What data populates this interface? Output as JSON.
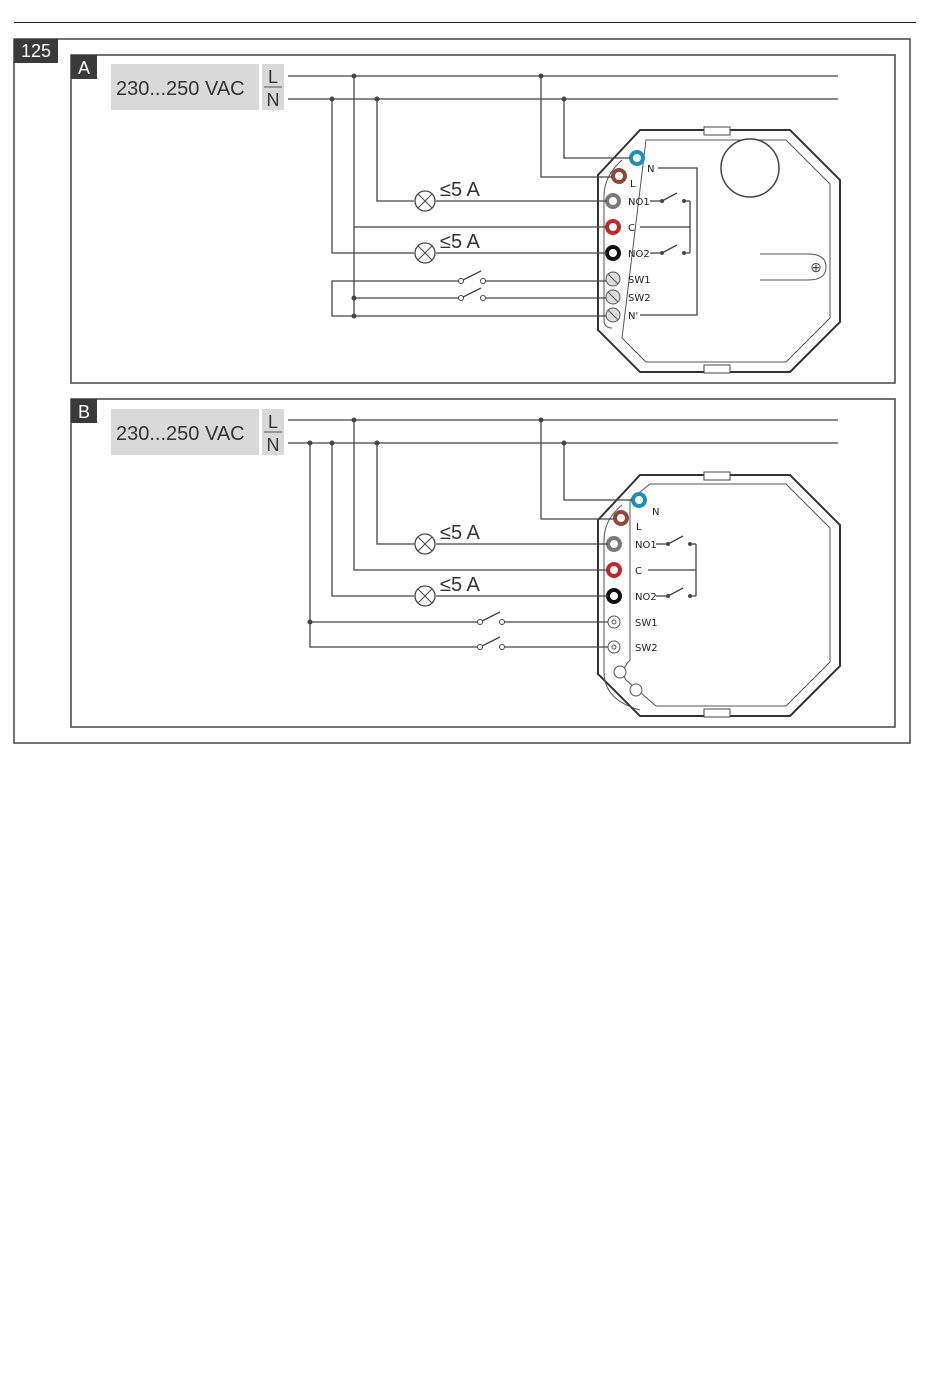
{
  "figure_number": "125",
  "colors": {
    "terminal_N": "#1f8fb8",
    "terminal_L": "#8b4a3a",
    "terminal_NO1": "#7a7a7a",
    "terminal_C": "#c0272d",
    "terminal_NO2": "#111111",
    "supply_box": "#d9d9d9",
    "tag_bg": "#3a3a3a"
  },
  "panels": [
    {
      "tag": "A",
      "supply_label": "230...250 VAC",
      "line_label": "L",
      "neutral_label": "N",
      "loads": [
        {
          "icon": "lamp-icon",
          "rating": "≤5 A"
        },
        {
          "icon": "lamp-icon",
          "rating": "≤5 A"
        }
      ],
      "terminals": [
        "N",
        "L",
        "NO1",
        "C",
        "NO2",
        "SW1",
        "SW2",
        "N'"
      ]
    },
    {
      "tag": "B",
      "supply_label": "230...250 VAC",
      "line_label": "L",
      "neutral_label": "N",
      "loads": [
        {
          "icon": "lamp-icon",
          "rating": "≤5 A"
        },
        {
          "icon": "lamp-icon",
          "rating": "≤5 A"
        }
      ],
      "terminals": [
        "N",
        "L",
        "NO1",
        "C",
        "NO2",
        "SW1",
        "SW2"
      ]
    }
  ]
}
